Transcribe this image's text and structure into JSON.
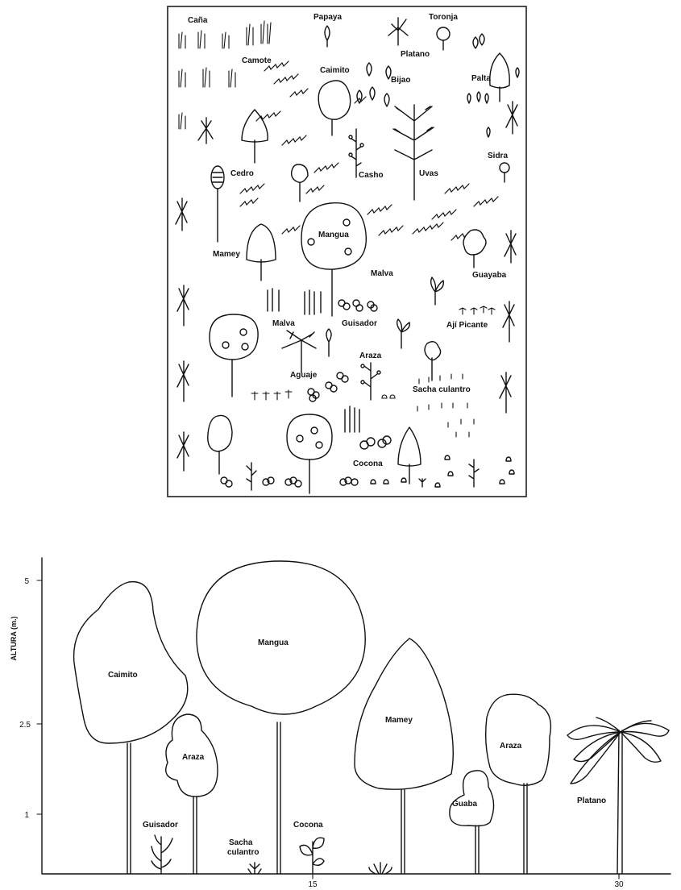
{
  "plan": {
    "labels": {
      "cana": "Caña",
      "papaya": "Papaya",
      "toronja": "Toronja",
      "platano": "Platano",
      "camote": "Camote",
      "caimito": "Caimito",
      "bijao": "Bijao",
      "palta": "Palta",
      "cedro": "Cedro",
      "casho": "Casho",
      "uvas": "Uvas",
      "sidra": "Sidra",
      "mangua": "Mangua",
      "mamey": "Mamey",
      "malva1": "Malva",
      "guayaba": "Guayaba",
      "malva2": "Malva",
      "guisador": "Guisador",
      "aji": "Ají Picante",
      "araza": "Araza",
      "aguaje": "Aguaje",
      "sacha": "Sacha culantro",
      "cocona": "Cocona"
    }
  },
  "profile": {
    "y_axis_label": "ALTURA (m.)",
    "y_ticks": [
      "5",
      "2.5",
      "1"
    ],
    "x_ticks": [
      "15",
      "30"
    ],
    "trees": {
      "caimito": "Caimito",
      "mangua": "Mangua",
      "mamey": "Mamey",
      "araza1": "Araza",
      "araza2": "Araza",
      "guisador": "Guisador",
      "sacha1": "Sacha",
      "sacha2": "culantro",
      "cocona": "Cocona",
      "guaba": "Guaba",
      "platano": "Platano"
    }
  }
}
